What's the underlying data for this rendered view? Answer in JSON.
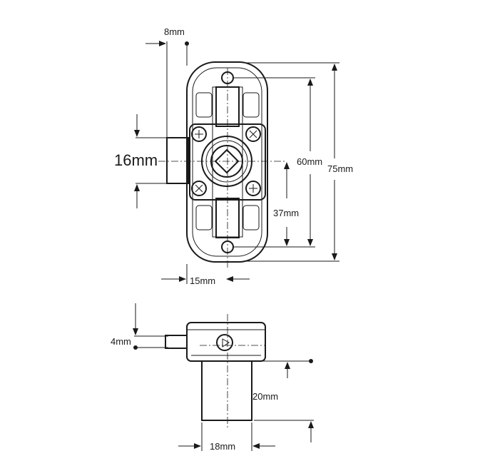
{
  "dimensions": {
    "top_view": {
      "bolt_offset": "8mm",
      "bolt_width": "16mm",
      "cam_distance": "60mm",
      "overall_length": "75mm",
      "center_distance": "37mm",
      "body_depth": "15mm"
    },
    "side_view": {
      "bolt_thickness": "4mm",
      "cylinder_length": "20mm",
      "cylinder_diameter": "18mm"
    }
  }
}
